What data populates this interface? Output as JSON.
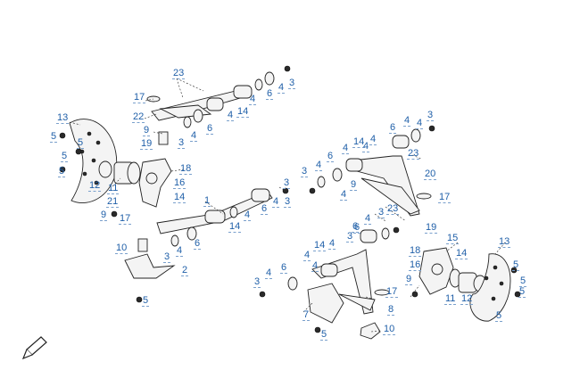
{
  "callouts": [
    "23",
    "17",
    "22",
    "9",
    "19",
    "3",
    "4",
    "14",
    "6",
    "4",
    "5",
    "3",
    "4",
    "6",
    "4",
    "13",
    "5",
    "5",
    "5",
    "18",
    "16",
    "12",
    "11",
    "21",
    "14",
    "9",
    "17",
    "1",
    "3",
    "4",
    "6",
    "3",
    "4",
    "14",
    "10",
    "3",
    "4",
    "6",
    "2",
    "5",
    "3",
    "4",
    "6",
    "4",
    "14",
    "4",
    "4",
    "6",
    "4",
    "3",
    "3",
    "4",
    "6",
    "23",
    "20",
    "17",
    "9",
    "23",
    "4",
    "4",
    "3",
    "19",
    "6",
    "4",
    "14",
    "4",
    "4",
    "4",
    "6",
    "3",
    "7",
    "8",
    "17",
    "5",
    "10",
    "18",
    "15",
    "16",
    "14",
    "13",
    "9",
    "5",
    "11",
    "12",
    "5",
    "5",
    "5"
  ],
  "colors": {
    "callout_text": "#1f5fa8",
    "line": "#222222",
    "part_fill": "#f4f4f4"
  }
}
